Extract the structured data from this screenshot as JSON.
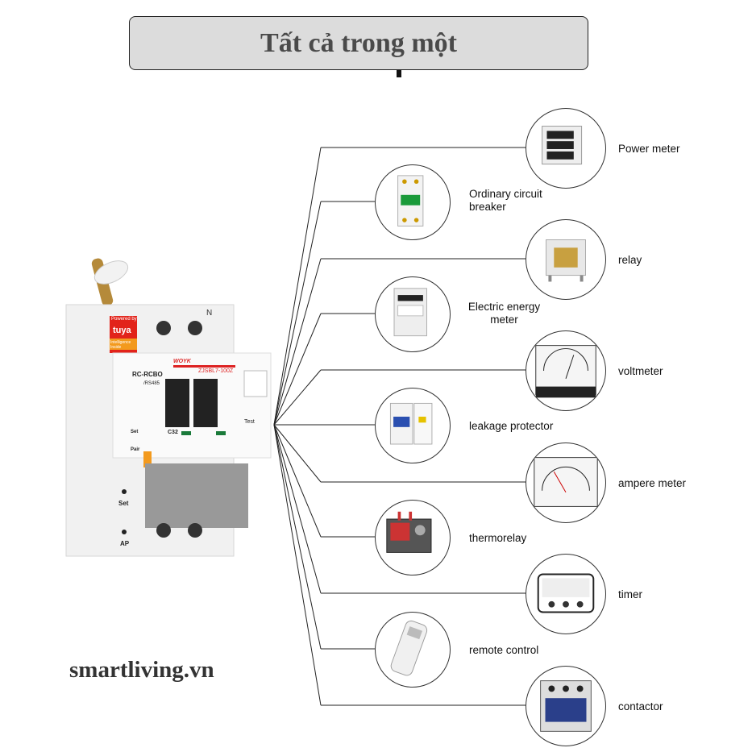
{
  "title": "Tất cả trong một",
  "brand": "smartliving.vn",
  "device": {
    "powered_by": "Powered by",
    "tuya": "tuya",
    "intelligence": "Intelligence Inside",
    "model": "RC-RCBO",
    "rs485": "/RS485",
    "maker": "WOYK",
    "part": "ZJSBL7-100Z",
    "n_label": "N",
    "test": "Test",
    "set": "Set",
    "pair": "Pair",
    "rating": "C32",
    "ap": "AP"
  },
  "items": [
    {
      "label": "Power meter",
      "side": "right",
      "icon": "power-meter"
    },
    {
      "label": "Ordinary circuit breaker",
      "side": "left",
      "icon": "circuit-breaker"
    },
    {
      "label": "relay",
      "side": "right",
      "icon": "relay"
    },
    {
      "label": "Electric energy meter",
      "side": "left",
      "icon": "energy-meter"
    },
    {
      "label": "voltmeter",
      "side": "right",
      "icon": "voltmeter"
    },
    {
      "label": "leakage protector",
      "side": "left",
      "icon": "leakage-protector"
    },
    {
      "label": "ampere meter",
      "side": "right",
      "icon": "ampere-meter"
    },
    {
      "label": "thermorelay",
      "side": "left",
      "icon": "thermorelay"
    },
    {
      "label": "timer",
      "side": "right",
      "icon": "timer"
    },
    {
      "label": "remote control",
      "side": "left",
      "icon": "remote-control"
    },
    {
      "label": "contactor",
      "side": "right",
      "icon": "contactor"
    }
  ]
}
